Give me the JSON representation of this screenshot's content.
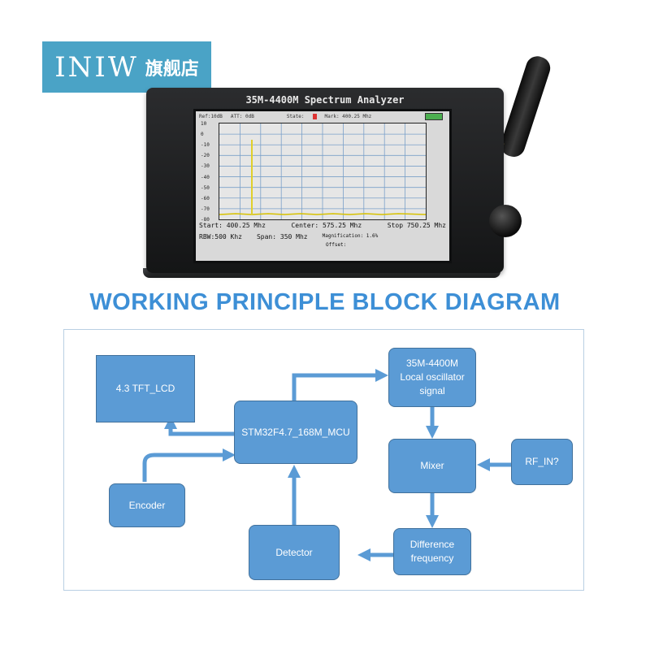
{
  "brand": {
    "name": "INIW",
    "suffix": "旗舰店"
  },
  "device": {
    "title": "35M-4400M Spectrum Analyzer",
    "status": {
      "ref": "Ref:10dB",
      "att": "ATT: 0dB",
      "state": "State:",
      "mark": "Mark: 400.25 Mhz"
    },
    "y_ticks": [
      "10",
      "0",
      "-10",
      "-20",
      "-30",
      "-40",
      "-50",
      "-60",
      "-70",
      "-80"
    ],
    "footer": {
      "start": "Start:  400.25 Mhz",
      "center": "Center:  575.25 Mhz",
      "stop": "Stop  750.25 Mhz",
      "rbw": "RBW:500 Khz",
      "span": "Span: 350 Mhz",
      "magnification": "Magnification: 1.6%",
      "offset": "Offset:"
    }
  },
  "diagram": {
    "title": "WORKING PRINCIPLE BLOCK DIAGRAM",
    "colors": {
      "box": "#5b9bd5",
      "box_border": "#41719c",
      "arrow": "#5b9bd5",
      "title": "#3d8fd6"
    },
    "blocks": {
      "lcd": "4.3 TFT_LCD",
      "mcu": "STM32F4.7_168M_MCU",
      "oscillator": "35M-4400M\nLocal oscillator\nsignal",
      "mixer": "Mixer",
      "rf_in": "RF_IN?",
      "encoder": "Encoder",
      "detector": "Detector",
      "difference": "Difference\nfrequency"
    }
  }
}
